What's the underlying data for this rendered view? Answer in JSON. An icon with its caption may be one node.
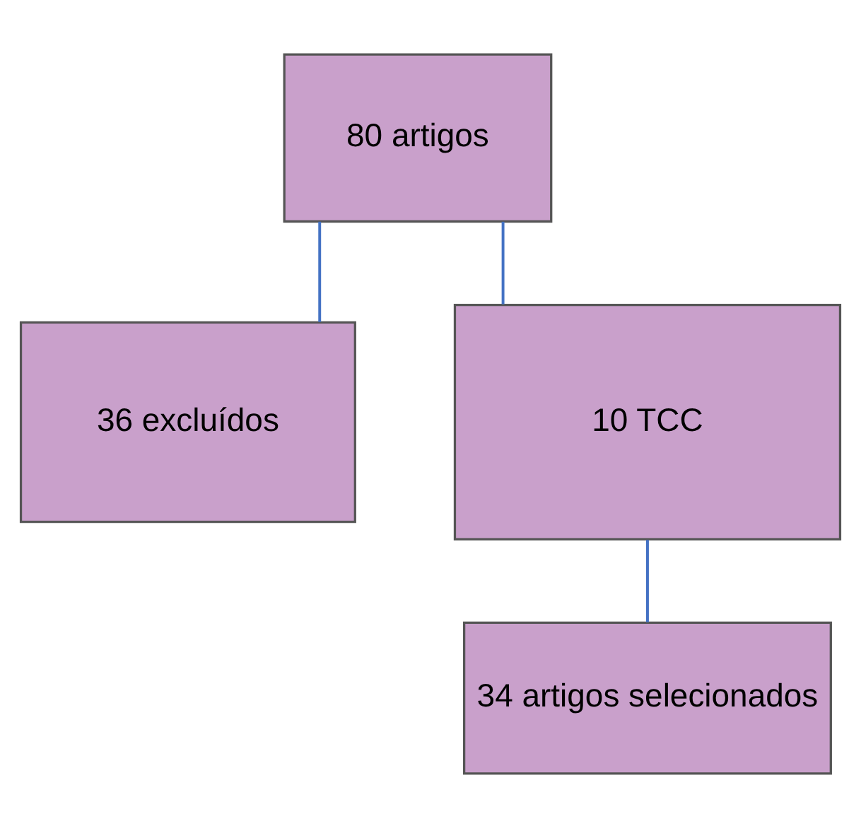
{
  "diagram": {
    "nodes": [
      {
        "text": [
          "80 artigos"
        ]
      },
      {
        "text": [
          "36 excluídos"
        ]
      },
      {
        "text": [
          "10 TCC"
        ]
      },
      {
        "text": [
          "34 artigos selecionados"
        ]
      }
    ],
    "edges": [
      {
        "from": 0,
        "to": 1,
        "arrow": "none"
      },
      {
        "from": 0,
        "to": 2,
        "arrow": "none"
      },
      {
        "from": 2,
        "to": 3,
        "arrow": "none"
      }
    ]
  }
}
